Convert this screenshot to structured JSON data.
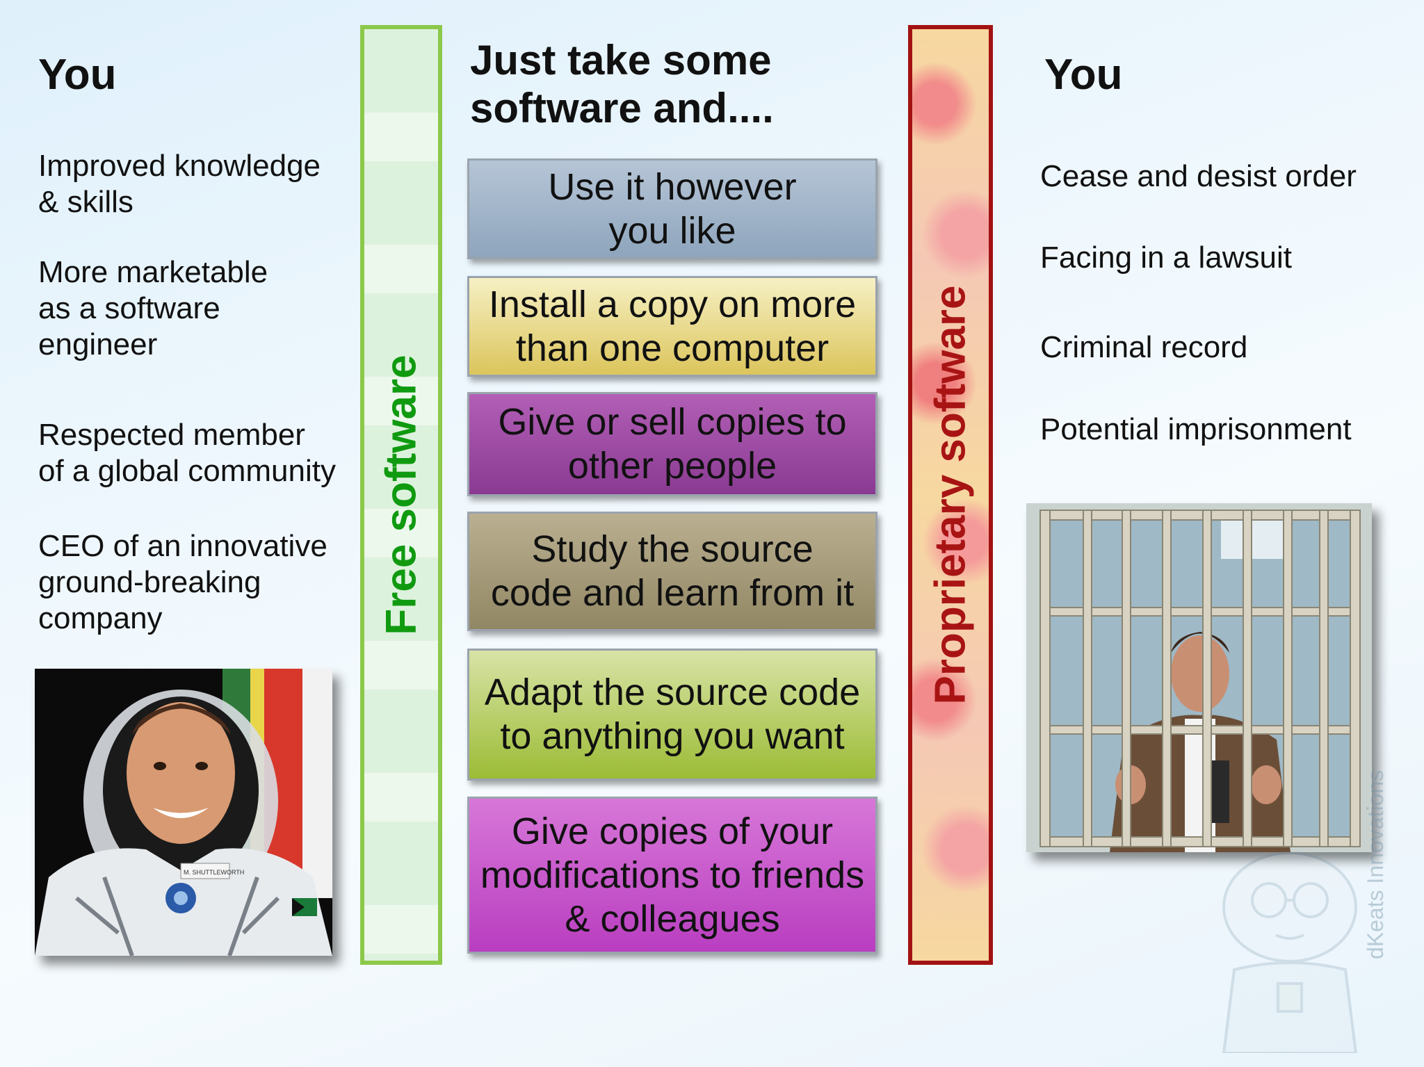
{
  "left": {
    "heading": "You",
    "items": [
      [
        "Improved knowledge",
        "& skills"
      ],
      [
        "More marketable",
        "as a software",
        "engineer"
      ],
      [
        "Respected member",
        "of a global community"
      ],
      [
        "CEO of an innovative",
        "ground-breaking",
        "company"
      ]
    ],
    "photo_caption": "M. SHUTTLEWORTH"
  },
  "center": {
    "heading": [
      "Just take some",
      "software and...."
    ],
    "actions": [
      [
        "Use it however",
        "you like"
      ],
      [
        "Install a copy on more",
        "than one computer"
      ],
      [
        "Give or sell copies to",
        "other people"
      ],
      [
        "Study the source",
        "code and learn from it"
      ],
      [
        "Adapt the source code",
        "to anything you want"
      ],
      [
        "Give copies of your",
        "modifications to friends",
        "& colleagues"
      ]
    ]
  },
  "bars": {
    "free": "Free software",
    "proprietary": "Proprietary software"
  },
  "right": {
    "heading": "You",
    "items": [
      "Cease and desist order",
      "Facing in a lawsuit",
      "Criminal record",
      "Potential imprisonment"
    ]
  },
  "watermark": "dKeats Innovations",
  "colors": {
    "free_green": "#109a10",
    "proprietary_red": "#a81414"
  }
}
